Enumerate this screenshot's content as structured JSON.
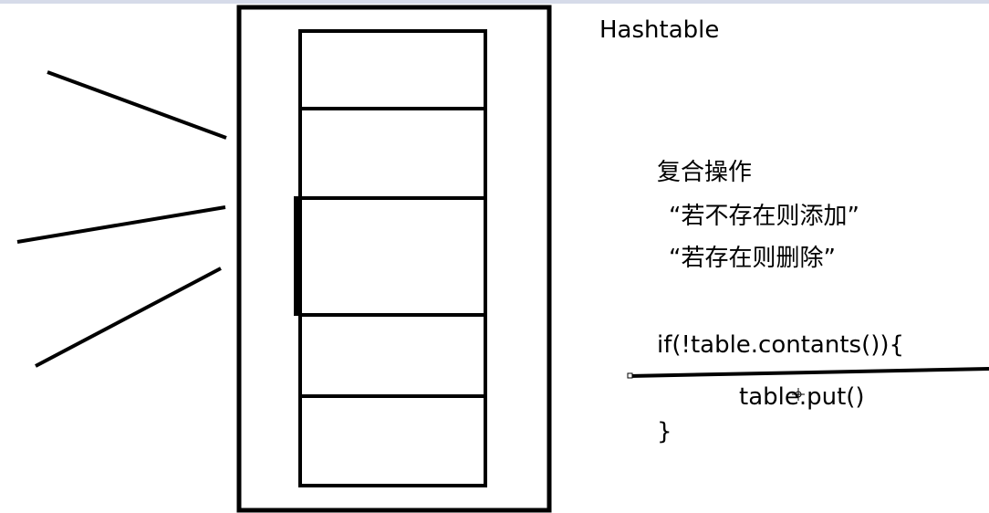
{
  "title": "Hashtable",
  "notes": {
    "heading": "复合操作",
    "line1": "“若不存在则添加”",
    "line2": "“若存在则删除”"
  },
  "code": {
    "line1": "if(!table.contants()){",
    "line2": "table.put()",
    "line3": "}"
  },
  "colors": {
    "stroke": "#000000",
    "background": "#ffffff",
    "top_bar": "#d6dbe9"
  },
  "icons": {
    "cursor": "crosshair-cursor-icon"
  }
}
